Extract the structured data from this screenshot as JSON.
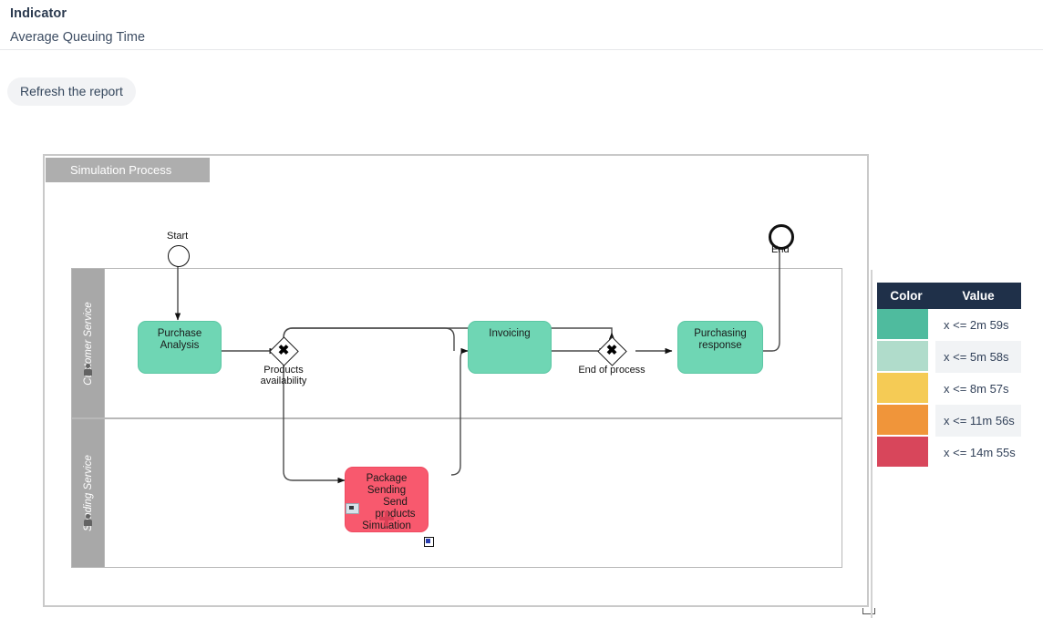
{
  "header": {
    "title": "Indicator",
    "subtitle": "Average Queuing Time"
  },
  "toolbar": {
    "refresh_label": "Refresh the report"
  },
  "diagram": {
    "pool_name": "Simulation Process",
    "lanes": [
      {
        "name": "Customer Service"
      },
      {
        "name": "Sending Service"
      }
    ],
    "events": [
      {
        "id": "start",
        "label": "Start"
      },
      {
        "id": "end",
        "label": "End"
      }
    ],
    "tasks": [
      {
        "id": "purchase-analysis",
        "label": "Purchase Analysis",
        "color": "green"
      },
      {
        "id": "invoicing",
        "label": "Invoicing",
        "color": "green"
      },
      {
        "id": "purchasing-response",
        "label": "Purchasing response",
        "color": "green"
      },
      {
        "id": "package-sending",
        "label": "Package Sending",
        "sub_label_1": "Send products",
        "sub_label_2": "Simulation",
        "color": "red"
      }
    ],
    "gateways": [
      {
        "id": "products-availability",
        "label_line1": "Products",
        "label_line2": "availability",
        "type": "exclusive"
      },
      {
        "id": "end-of-process",
        "label_line1": "End of process",
        "label_line2": "",
        "type": "exclusive"
      }
    ]
  },
  "legend": {
    "columns": [
      "Color",
      "Value"
    ],
    "rows": [
      {
        "color": "#4FBB9E",
        "value": "x <= 2m 59s"
      },
      {
        "color": "#B0DCCB",
        "value": "x <= 5m 58s"
      },
      {
        "color": "#F5CB55",
        "value": "x <= 8m 57s"
      },
      {
        "color": "#F0953A",
        "value": "x <= 11m 56s"
      },
      {
        "color": "#D8465B",
        "value": "x <= 14m 55s"
      }
    ]
  }
}
